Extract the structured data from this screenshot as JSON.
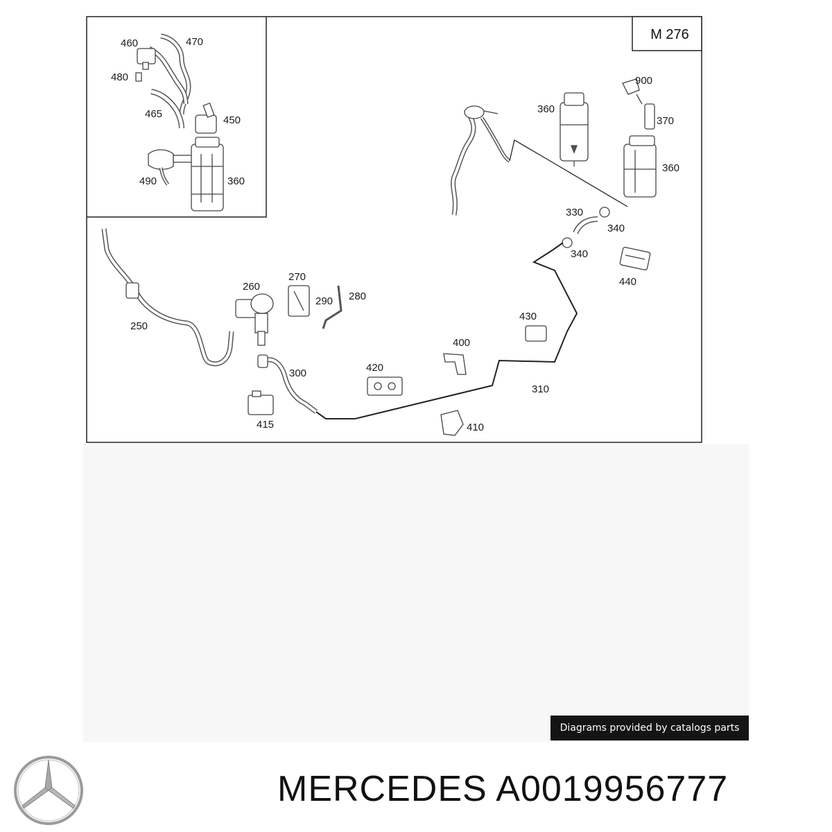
{
  "diagram": {
    "model_label": "M 276",
    "callouts": {
      "c460": "460",
      "c470": "470",
      "c480": "480",
      "c465": "465",
      "c450": "450",
      "c490": "490",
      "c360_inset": "360",
      "c900": "900",
      "c360_a": "360",
      "c370": "370",
      "c360_b": "360",
      "c330": "330",
      "c340_a": "340",
      "c340_b": "340",
      "c440": "440",
      "c270": "270",
      "c260": "260",
      "c290": "290",
      "c280": "280",
      "c250": "250",
      "c430": "430",
      "c400": "400",
      "c300": "300",
      "c420": "420",
      "c310": "310",
      "c415": "415",
      "c410": "410"
    }
  },
  "credit": "Diagrams provided by catalogs parts",
  "footer": {
    "title": "MERCEDES A0019956777",
    "logo_icon": "mercedes-star-icon"
  },
  "colors": {
    "line": "#222222",
    "part": "#555555",
    "credit_bg": "#141414"
  }
}
